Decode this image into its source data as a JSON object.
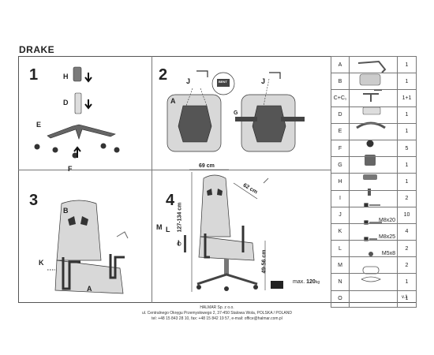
{
  "title": "DRAKE",
  "steps": [
    "1",
    "2",
    "3",
    "4"
  ],
  "step1_labels": {
    "h": "H",
    "d": "D",
    "e": "E",
    "f": "F"
  },
  "step2_labels": {
    "j": "J",
    "a": "A",
    "g": "G",
    "stamp": "BENT"
  },
  "step3_labels": {
    "b": "B",
    "k": "K",
    "a": "A"
  },
  "step4_labels": {
    "m": "M",
    "l": "L",
    "i": "I"
  },
  "dimensions": {
    "width": "69 cm",
    "depth": "62 cm",
    "height": "127-134 cm",
    "seat": "49-56 cm",
    "max_load_label": "max.",
    "max_load_value": "120",
    "max_load_unit": "kg"
  },
  "parts": [
    {
      "code": "A",
      "qty": "1",
      "note": ""
    },
    {
      "code": "B",
      "qty": "1",
      "note": ""
    },
    {
      "code": "C+C₁",
      "qty": "1+1",
      "note": ""
    },
    {
      "code": "D",
      "qty": "1",
      "note": ""
    },
    {
      "code": "E",
      "qty": "1",
      "note": ""
    },
    {
      "code": "F",
      "qty": "5",
      "note": ""
    },
    {
      "code": "G",
      "qty": "1",
      "note": ""
    },
    {
      "code": "H",
      "qty": "1",
      "note": ""
    },
    {
      "code": "I",
      "qty": "2",
      "note": ""
    },
    {
      "code": "J",
      "qty": "10",
      "note": "M8x20"
    },
    {
      "code": "K",
      "qty": "4",
      "note": "M8x25"
    },
    {
      "code": "L",
      "qty": "2",
      "note": "M5x8"
    },
    {
      "code": "M",
      "qty": "2",
      "note": ""
    },
    {
      "code": "N",
      "qty": "1",
      "note": ""
    },
    {
      "code": "O",
      "qty": "1",
      "note": ""
    }
  ],
  "version": "v.1",
  "footer": {
    "company": "HALMAR Sp. z o.o.",
    "address": "ul. Centralnego Okręgu Przemysłowego 2, 37-450 Stalowa Wola, POLSKA / POLAND",
    "contact": "tel: +48 15 843 28 10, fax: +48 15 842 19 57, e-mail: office@halmar.com.pl"
  }
}
